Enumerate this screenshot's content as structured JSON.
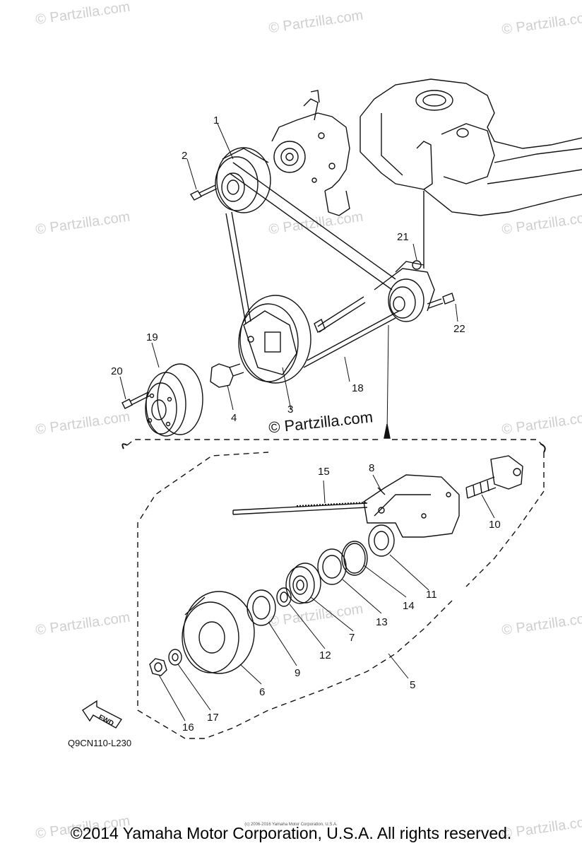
{
  "watermark": "© Partzilla.com",
  "center_watermark": "© Partzilla.com",
  "diagram_code": "Q9CN110-L230",
  "copyright": "©2014 Yamaha Motor Corporation, U.S.A. All rights reserved.",
  "fine_print": "(c) 2006-2016 Yamaha Motor Corporation, U.S.A.",
  "fwd_label": "FWD",
  "callouts": {
    "c1": "1",
    "c2": "2",
    "c3": "3",
    "c4": "4",
    "c5": "5",
    "c6": "6",
    "c7": "7",
    "c8": "8",
    "c9": "9",
    "c10": "10",
    "c11": "11",
    "c12": "12",
    "c13": "13",
    "c14": "14",
    "c15": "15",
    "c16": "16",
    "c17": "17",
    "c18": "18",
    "c19": "19",
    "c20": "20",
    "c21": "21",
    "c22": "22"
  }
}
